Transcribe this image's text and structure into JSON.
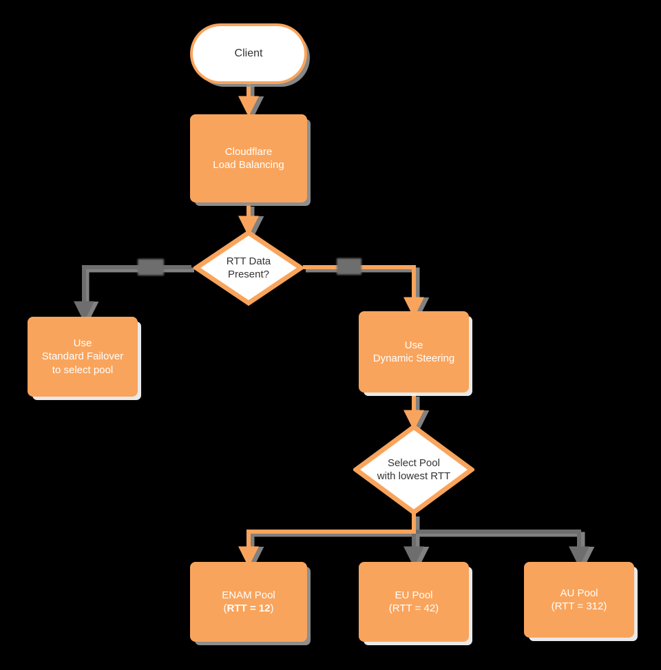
{
  "diagram": {
    "title": "Cloudflare Load Balancing RTT steering decision flow",
    "type": "flowchart",
    "background_color": "#000000",
    "accent_color": "#F9A45C",
    "inactive_edge_color": "#6E6E6E",
    "text_dark": "#333333",
    "text_light": "#FFFFFF"
  },
  "nodes": [
    {
      "id": "client",
      "label": "Client",
      "shape": "terminal",
      "style": "white-fill-orange-border"
    },
    {
      "id": "load-balancing",
      "label": "Cloudflare\nLoad Balancing",
      "shape": "process",
      "style": "orange-fill"
    },
    {
      "id": "rtt-data-present",
      "label": "RTT Data\nPresent?",
      "shape": "decision",
      "style": "white-fill-orange-border"
    },
    {
      "id": "standard-failover",
      "label": "Use\nStandard Failover\nto select pool",
      "shape": "process",
      "style": "orange-fill"
    },
    {
      "id": "dynamic-steering",
      "label": "Use\nDynamic Steering",
      "shape": "process",
      "style": "orange-fill"
    },
    {
      "id": "select-pool",
      "label": "Select Pool\nwith lowest RTT",
      "shape": "decision",
      "style": "white-fill-orange-border"
    },
    {
      "id": "enam-pool",
      "label_line1": "ENAM Pool",
      "label_line2_prefix": "(",
      "label_line2_bold": "RTT = 12",
      "label_line2_suffix": ")",
      "shape": "process",
      "style": "orange-fill",
      "selected": true
    },
    {
      "id": "eu-pool",
      "label": "EU Pool\n(RTT = 42)",
      "shape": "process",
      "style": "orange-fill",
      "selected": false
    },
    {
      "id": "au-pool",
      "label": "AU Pool\n(RTT = 312)",
      "shape": "process",
      "style": "orange-fill",
      "selected": false
    }
  ],
  "edges": [
    {
      "id": "client-to-lb",
      "from": "client",
      "to": "load-balancing",
      "label": "",
      "color": "#F9A45C",
      "active": true
    },
    {
      "id": "lb-to-rtt",
      "from": "load-balancing",
      "to": "rtt-data-present",
      "label": "",
      "color": "#F9A45C",
      "active": true
    },
    {
      "id": "rtt-no",
      "from": "rtt-data-present",
      "to": "standard-failover",
      "label": "",
      "label_obscured": true,
      "color": "#6E6E6E",
      "active": false
    },
    {
      "id": "rtt-yes",
      "from": "rtt-data-present",
      "to": "dynamic-steering",
      "label": "",
      "label_obscured": true,
      "color": "#F9A45C",
      "active": true
    },
    {
      "id": "steering-to-select",
      "from": "dynamic-steering",
      "to": "select-pool",
      "label": "",
      "color": "#F9A45C",
      "active": true
    },
    {
      "id": "select-to-enam",
      "from": "select-pool",
      "to": "enam-pool",
      "label": "",
      "color": "#F9A45C",
      "active": true
    },
    {
      "id": "select-to-eu",
      "from": "select-pool",
      "to": "eu-pool",
      "label": "",
      "color": "#6E6E6E",
      "active": false
    },
    {
      "id": "select-to-au",
      "from": "select-pool",
      "to": "au-pool",
      "label": "",
      "color": "#6E6E6E",
      "active": false
    }
  ],
  "edge_labels": {
    "rtt_no_label": "",
    "rtt_yes_label": ""
  }
}
